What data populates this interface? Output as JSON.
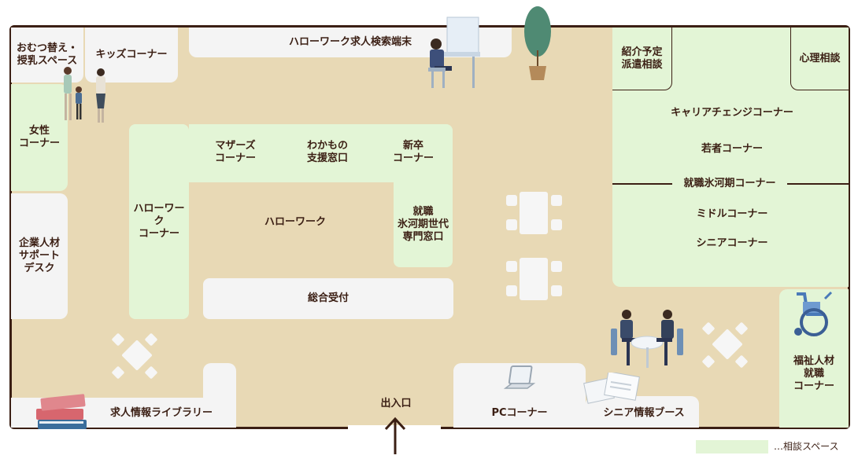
{
  "rooms": {
    "nursing": "おむつ替え・\n授乳スペース",
    "kids": "キッズコーナー",
    "search_terminal": "ハローワーク求人検索端末",
    "dispatch": "紹介予定\n派遣相談",
    "psych": "心理相談",
    "women": "女性\nコーナー",
    "company_support": "企業人材\nサポート\nデスク",
    "hw_corner": "ハローワーク\nコーナー",
    "mothers": "マザーズ\nコーナー",
    "youth_support": "わかもの\n支援窓口",
    "new_grad": "新卒\nコーナー",
    "hellowork": "ハローワーク",
    "ice_age_window": "就職\n氷河期世代\n専門窓口",
    "reception": "総合受付",
    "career_change": "キャリアチェンジコーナー",
    "young": "若者コーナー",
    "ice_age_corner": "就職氷河期コーナー",
    "middle": "ミドルコーナー",
    "senior": "シニアコーナー",
    "welfare": "福祉人材\n就職\nコーナー",
    "library": "求人情報ライブラリー",
    "entrance": "出入口",
    "pc": "PCコーナー",
    "senior_info": "シニア情報ブース"
  },
  "legend": {
    "label": "…相談スペース",
    "color": "#e3f5d6"
  },
  "colors": {
    "floor": "#e8d9b5",
    "consult": "#e3f5d6",
    "room": "#f4f4f4",
    "text": "#3b1f14"
  },
  "icons": [
    "person-at-terminal-icon",
    "plant-icon",
    "family-icon",
    "wheelchair-icon",
    "consultation-icon",
    "books-icon",
    "laptop-icon",
    "documents-icon",
    "entrance-arrow-icon"
  ]
}
